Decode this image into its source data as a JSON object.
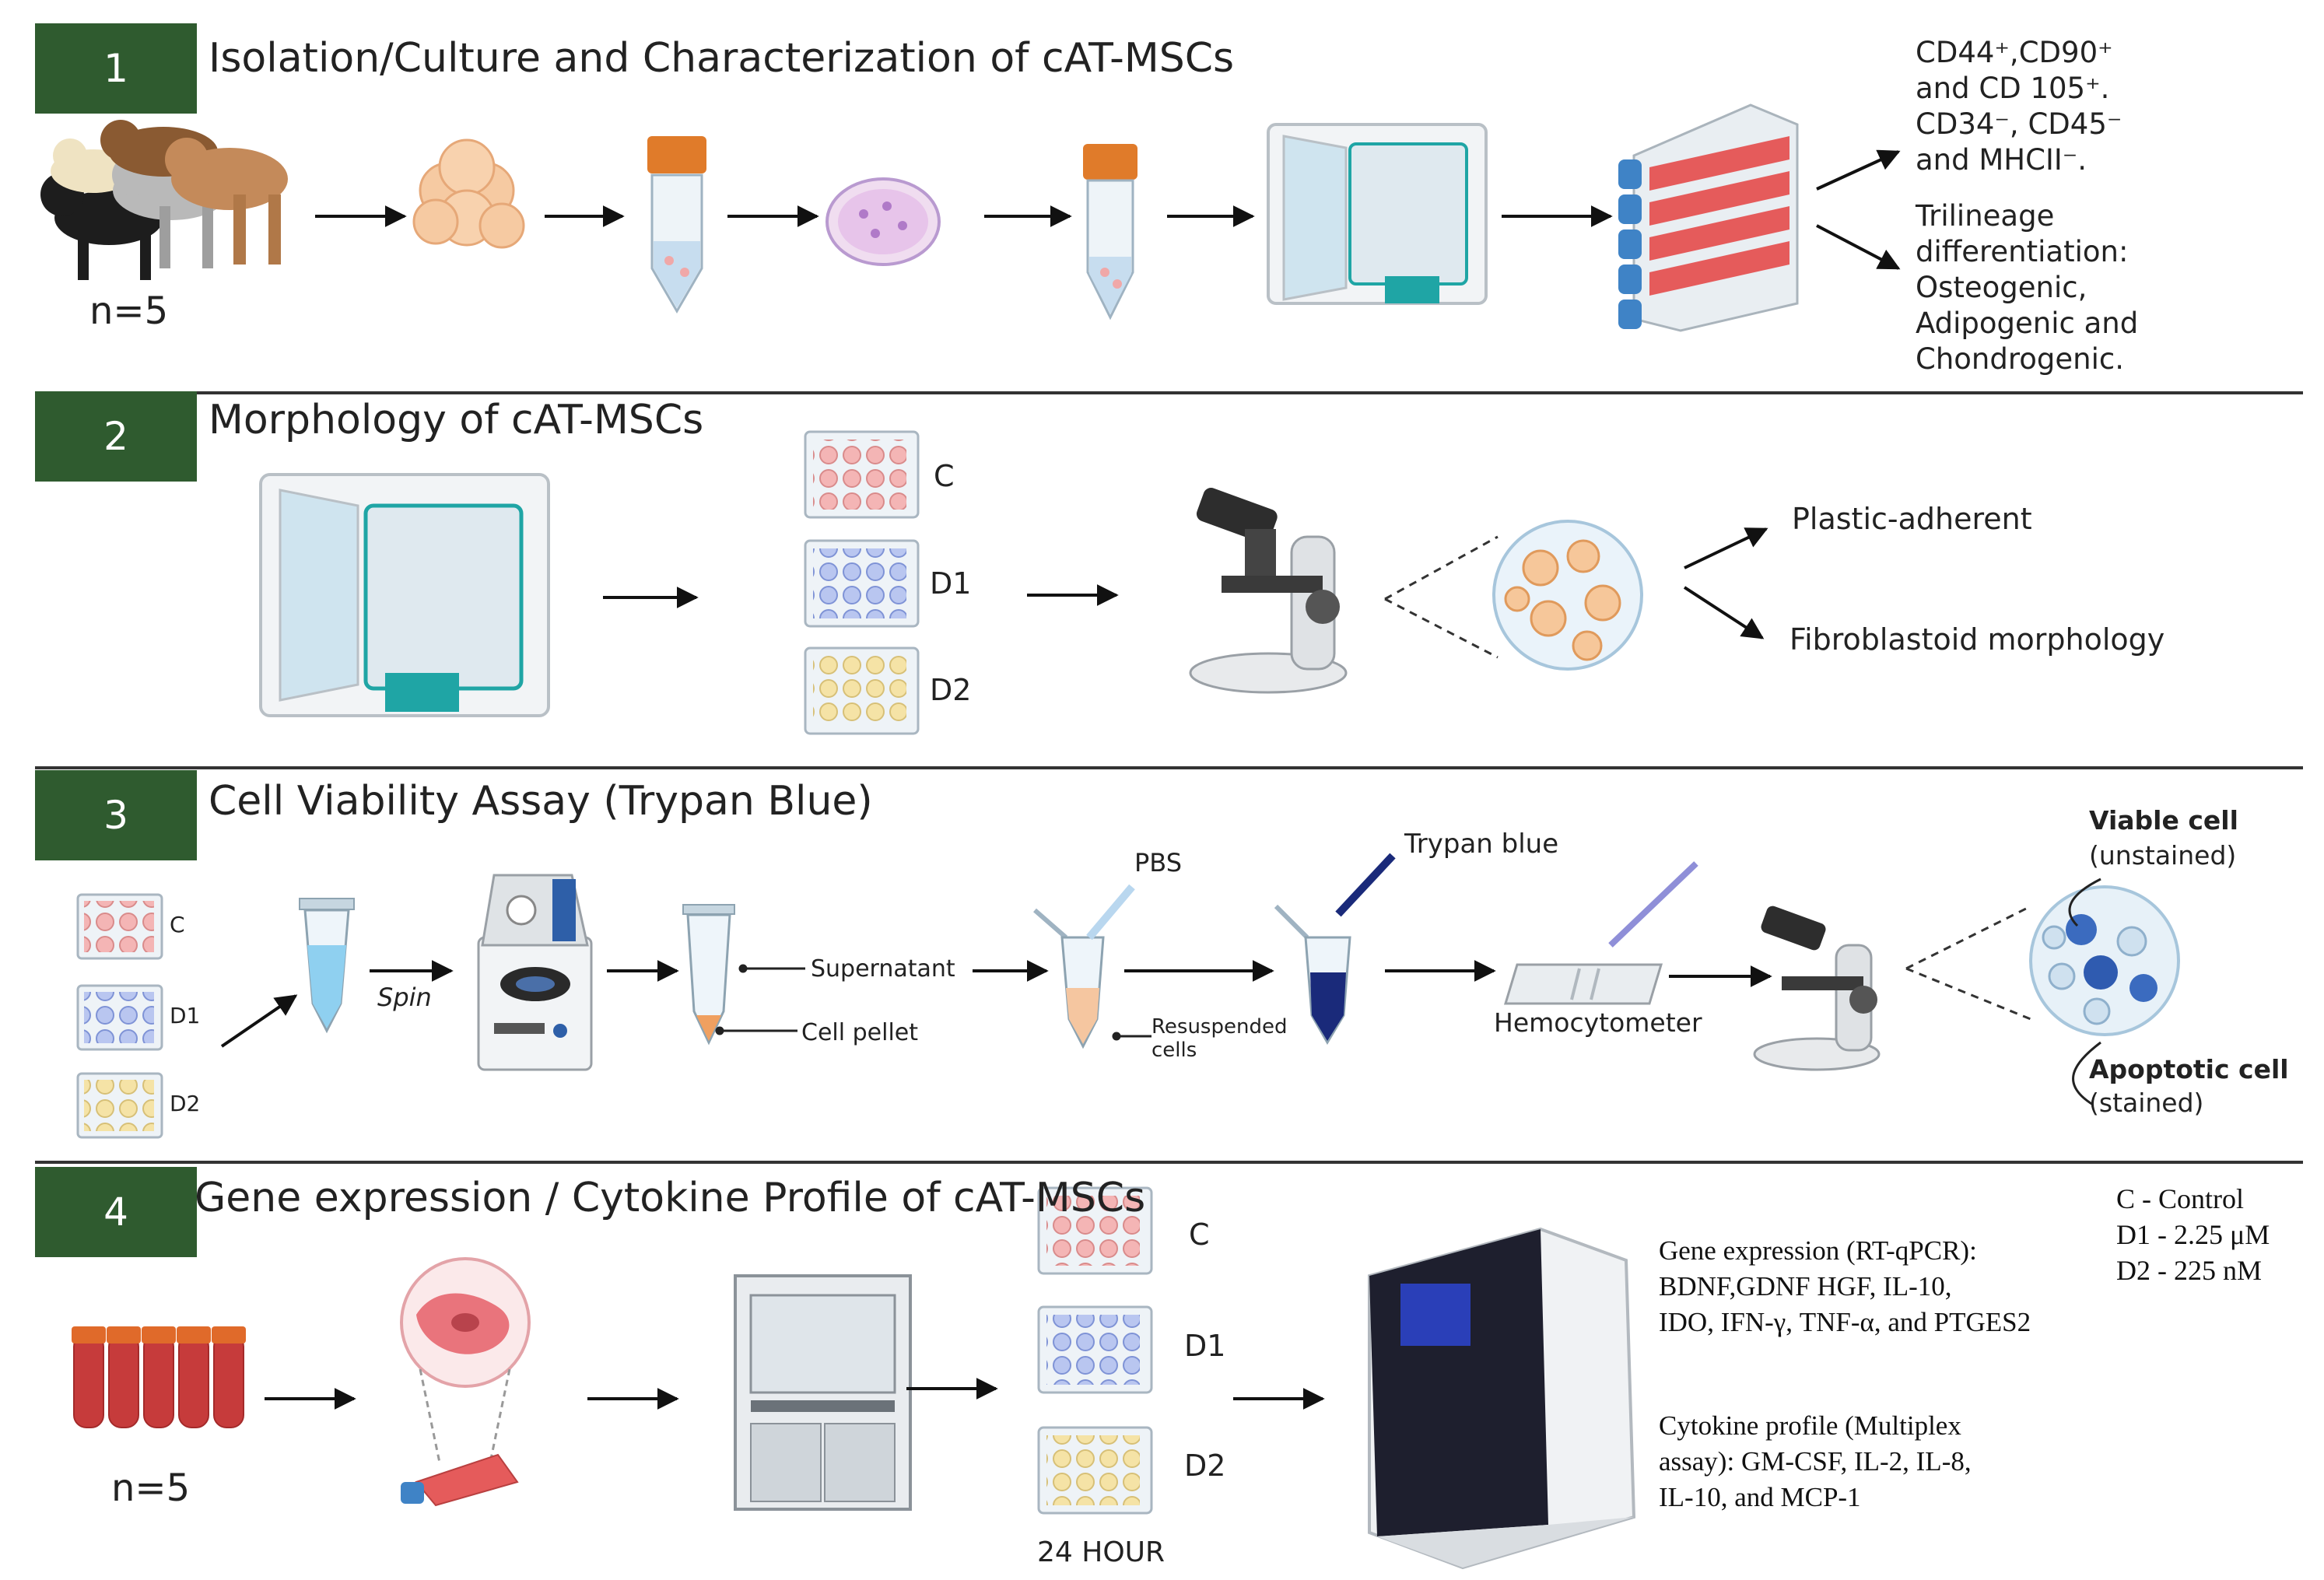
{
  "sections": [
    {
      "number": "1",
      "title": "Isolation/Culture and Characterization of cAT-MSCs"
    },
    {
      "number": "2",
      "title": "Morphology of cAT-MSCs"
    },
    {
      "number": "3",
      "title": "Cell Viability Assay (Trypan Blue)"
    },
    {
      "number": "4",
      "title": "Gene expression / Cytokine Profile of cAT-MSCs"
    }
  ],
  "s1": {
    "n_label": "n=5",
    "markers": "CD44⁺,CD90⁺\nand CD 105⁺.\nCD34⁻, CD45⁻\nand MHCII⁻.",
    "trilineage": "Trilineage\ndifferentiation:\nOsteogenic,\nAdipogenic and\nChondrogenic."
  },
  "s2": {
    "plate_labels": [
      "C",
      "D1",
      "D2"
    ],
    "outcome_1": "Plastic-adherent",
    "outcome_2": "Fibroblastoid morphology"
  },
  "s3": {
    "plate_labels": [
      "C",
      "D1",
      "D2"
    ],
    "spin": "Spin",
    "supernatant": "Supernatant",
    "cell_pellet": "Cell pellet",
    "pbs": "PBS",
    "resuspended": "Resuspended\ncells",
    "trypan_blue": "Trypan blue",
    "hemocytometer": "Hemocytometer",
    "viable_cell": "Viable cell",
    "unstained": "(unstained)",
    "apoptotic_cell": "Apoptotic cell",
    "stained": "(stained)"
  },
  "s4": {
    "n_label": "n=5",
    "plate_labels": [
      "C",
      "D1",
      "D2"
    ],
    "hour_label": "24 HOUR",
    "gene_expression": "Gene expression (RT-qPCR):\nBDNF,GDNF HGF, IL-10,\n IDO, IFN-γ, TNF-α, and PTGES2",
    "cytokine_profile": "Cytokine profile (Multiplex\nassay):  GM-CSF, IL-2, IL-8,\nIL-10, and MCP-1",
    "legend": "C - Control\nD1 - 2.25 μM\nD2 - 225 nM"
  },
  "colors": {
    "badge": "#2f5b2f",
    "plate_red": "#f2b6b6",
    "plate_blue": "#b7c4ef",
    "plate_yellow": "#f4e3a8",
    "flask_red": "#e55b5b",
    "cap_orange": "#e07b2a",
    "cap_blue": "#3f83c6",
    "incubator_teal": "#1fa5a5",
    "trypan_navy": "#1a2a7a"
  },
  "icons": [
    "dogs-icon",
    "cell-cluster-icon",
    "conical-tube-icon",
    "petri-dish-icon",
    "incubator-icon",
    "culture-flask-stack-icon",
    "well-plate-icon",
    "microscope-icon",
    "magnified-cells-icon",
    "microtube-icon",
    "centrifuge-icon",
    "pipette-icon",
    "hemocytometer-icon",
    "blood-tubes-icon",
    "fibroblast-icon",
    "biosafety-cabinet-icon",
    "pcr-machine-icon",
    "arrow-icon"
  ]
}
